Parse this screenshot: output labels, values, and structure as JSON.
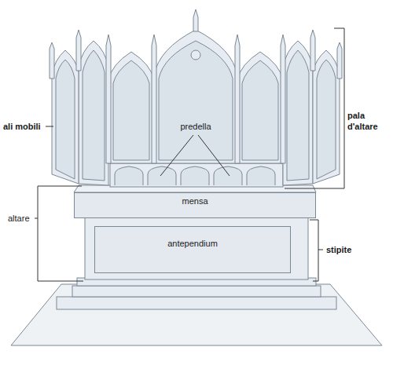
{
  "diagram": {
    "nodes": [
      {
        "text": [
          "mensa"
        ]
      },
      {
        "text": [
          "antependium"
        ]
      }
    ],
    "labels": [
      "ali mobili",
      "pala d'altare",
      "predella",
      "altare",
      "stipite"
    ]
  }
}
